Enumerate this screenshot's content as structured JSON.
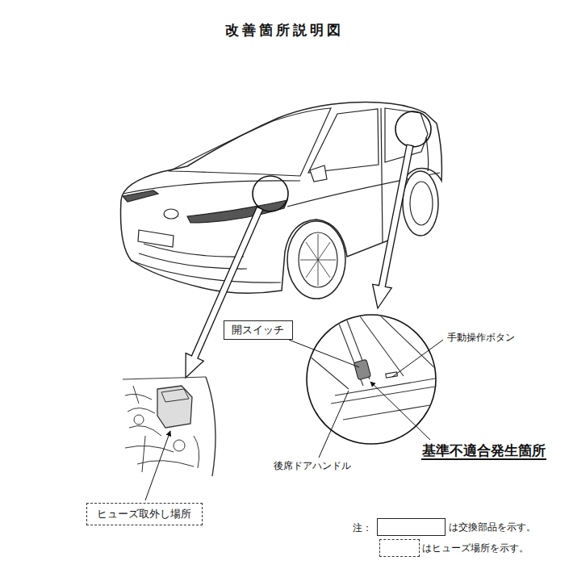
{
  "diagram": {
    "title": "改善箇所説明図",
    "nodes": [
      {
        "text": [
          "開スイッチ"
        ]
      },
      {
        "text": [
          "ヒューズ取外し場所"
        ]
      }
    ],
    "labels": [
      "手動操作ボタン",
      "基準不適合発生箇所",
      "後席ドアハンドル",
      "注："
    ],
    "legend": [
      {
        "text": "は交換部品を示す。"
      },
      {
        "text": "はヒューズ場所を示す。"
      }
    ]
  }
}
